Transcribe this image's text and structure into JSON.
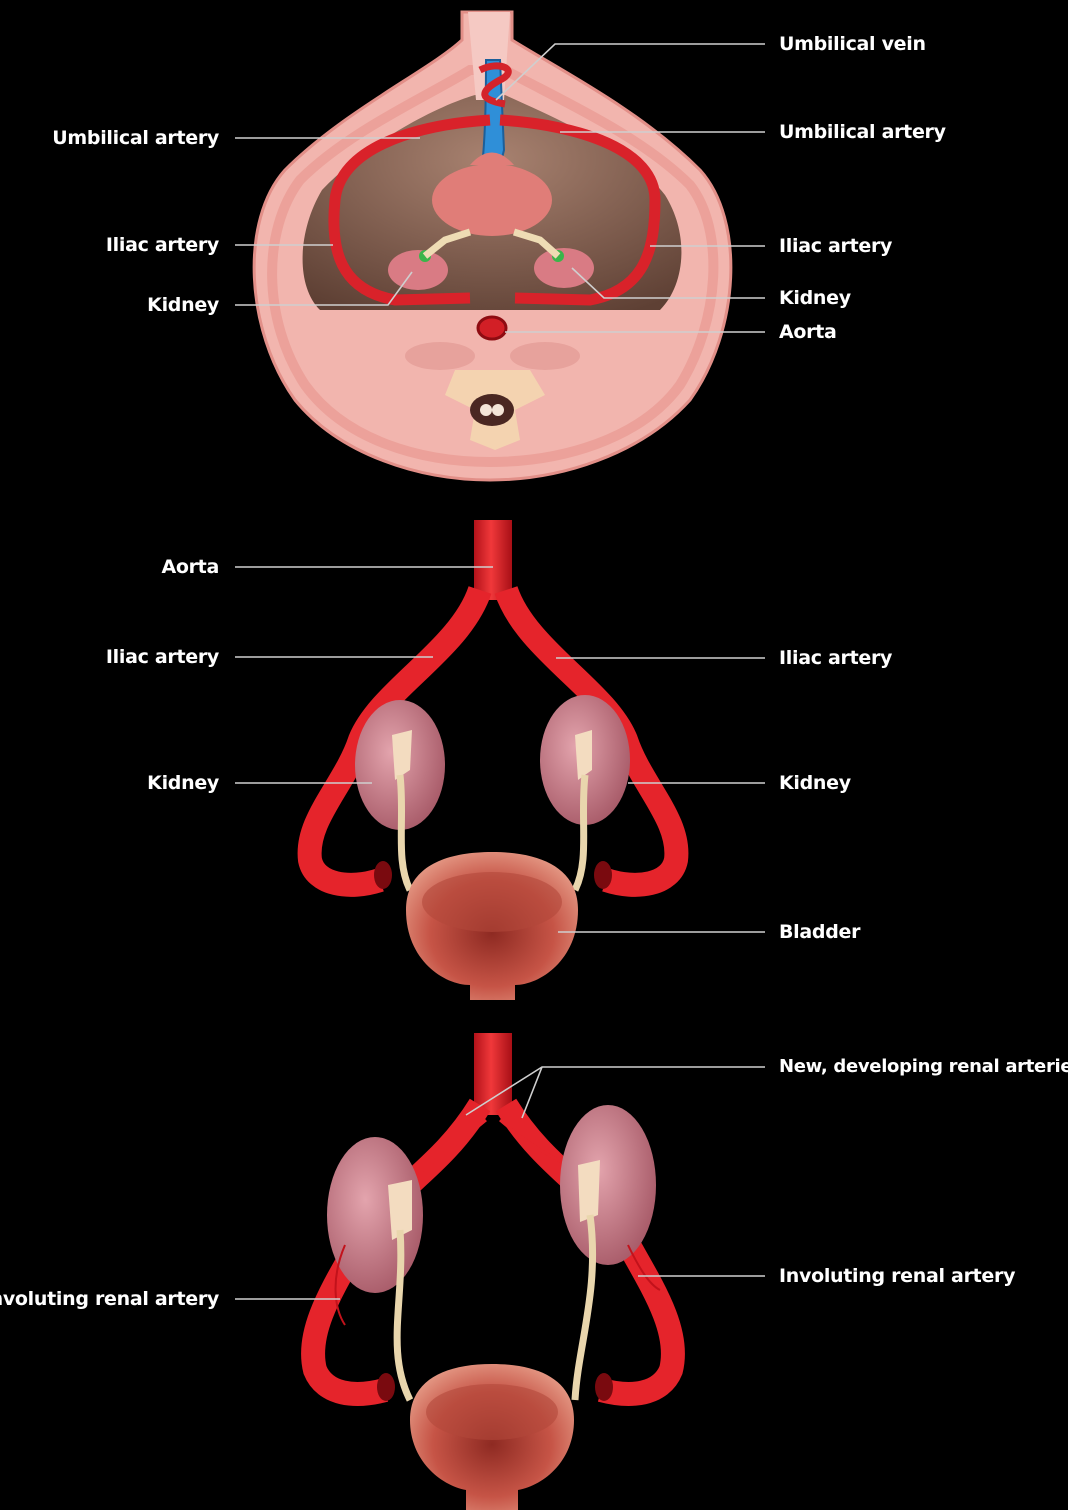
{
  "panel_top": {
    "labels_left": {
      "umbilical_artery": "Umbilical artery",
      "iliac_artery": "Iliac artery",
      "kidney": "Kidney"
    },
    "labels_right": {
      "umbilical_vein": "Umbilical vein",
      "umbilical_artery": "Umbilical artery",
      "iliac_artery": "Iliac artery",
      "kidney": "Kidney",
      "aorta": "Aorta"
    }
  },
  "panel_middle": {
    "labels_left": {
      "aorta": "Aorta",
      "iliac_artery": "Iliac artery",
      "kidney": "Kidney"
    },
    "labels_right": {
      "iliac_artery": "Iliac artery",
      "kidney": "Kidney",
      "bladder": "Bladder"
    }
  },
  "panel_bottom": {
    "labels_left": {
      "involuting_renal_artery": "Involuting renal artery"
    },
    "labels_right": {
      "new_renal_arteries": "New, developing renal arteries",
      "involuting_renal_artery": "Involuting renal artery"
    }
  },
  "colors": {
    "background": "#000000",
    "artery": "#e5242b",
    "vein": "#2a8fd6",
    "tissue": "#f2b3ad",
    "kidney": "#c77a85",
    "bladder": "#c9584a",
    "ureter": "#eedcb4",
    "leader_line": "#cfcfcf"
  }
}
